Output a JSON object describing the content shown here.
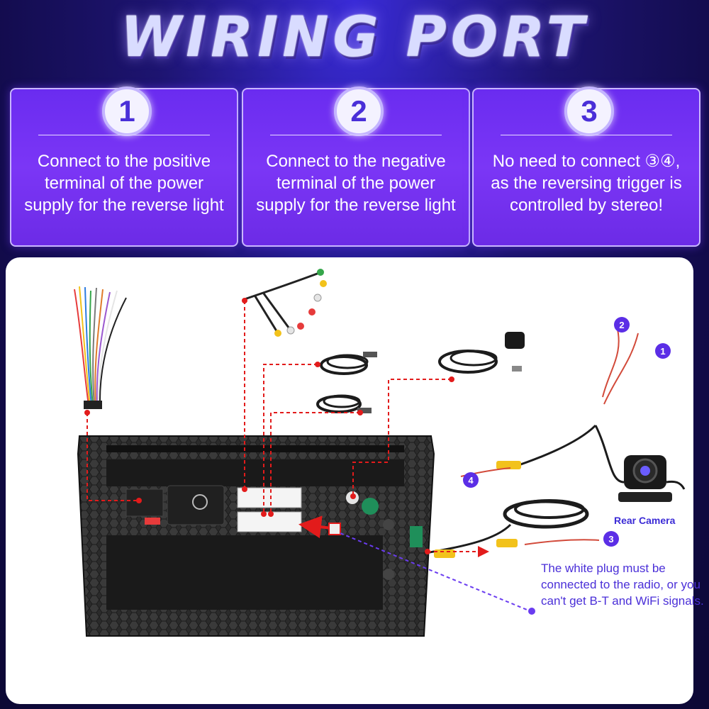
{
  "header": {
    "title": "WIRING PORT"
  },
  "steps": [
    {
      "number": "1",
      "text": "Connect to the positive terminal of the power supply for the reverse light"
    },
    {
      "number": "2",
      "text": "Connect to the negative terminal of the power supply for the reverse light"
    },
    {
      "number": "3",
      "text": "No need to connect ③④, as the reversing trigger is controlled by stereo!"
    }
  ],
  "diagram": {
    "badges": [
      "1",
      "2",
      "3",
      "4"
    ],
    "rear_camera_label": "Rear Camera",
    "note": "The white plug must be connected to the radio, or you can't get B-T and WiFi signals."
  },
  "colors": {
    "card_purple": "#7b36f6",
    "badge_purple": "#5b2ee6",
    "dashed_red": "#e21b1b",
    "dashed_purple": "#6a3cf0"
  }
}
